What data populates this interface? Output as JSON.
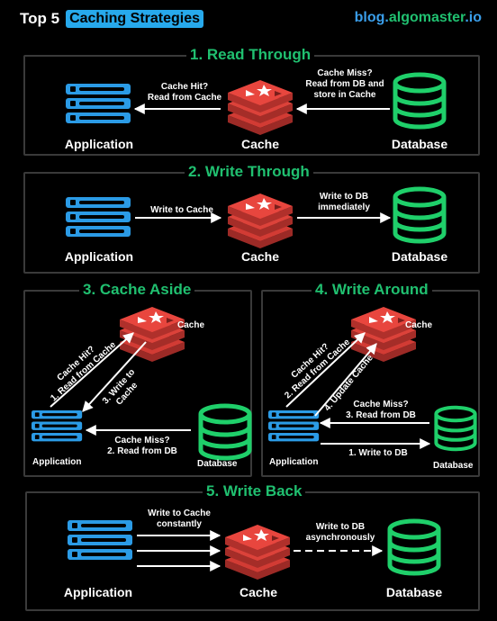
{
  "header": {
    "title_prefix": "Top 5",
    "title_highlight": "Caching Strategies",
    "brand_blue": "blog.",
    "brand_green": "algomaster",
    "brand_tail": ".io"
  },
  "colors": {
    "server_blue": "#2b9be6",
    "database_green": "#1fcf6a",
    "cache_red": "#d23b34",
    "title_green": "#20c070",
    "highlight_bg": "#27a9ec"
  },
  "icons": {
    "application": "server-stack-icon",
    "cache": "redis-cache-icon",
    "database": "database-cylinder-icon"
  },
  "panels": {
    "read_through": {
      "title": "1. Read Through",
      "application": "Application",
      "cache": "Cache",
      "database": "Database",
      "arrow_left_1": "Cache Hit?",
      "arrow_left_2": "Read from Cache",
      "arrow_right_1": "Cache Miss?",
      "arrow_right_2": "Read from DB and",
      "arrow_right_3": "store in Cache"
    },
    "write_through": {
      "title": "2. Write Through",
      "application": "Application",
      "cache": "Cache",
      "database": "Database",
      "arrow_left": "Write to Cache",
      "arrow_right_1": "Write to DB",
      "arrow_right_2": "immediately"
    },
    "cache_aside": {
      "title": "3. Cache Aside",
      "cache": "Cache",
      "application": "Application",
      "database": "Database",
      "diag_1a": "Cache Hit?",
      "diag_1b": "1. Read from Cache",
      "diag_3a": "3. Write to",
      "diag_3b": "Cache",
      "miss_1": "Cache Miss?",
      "miss_2": "2. Read from DB"
    },
    "write_around": {
      "title": "4. Write Around",
      "cache": "Cache",
      "application": "Application",
      "database": "Database",
      "diag_1a": "Cache Hit?",
      "diag_1b": "2. Read from Cache",
      "diag_4": "4. Update Cache",
      "miss_1": "Cache Miss?",
      "miss_2": "3. Read from DB",
      "write_db": "1. Write to DB"
    },
    "write_back": {
      "title": "5. Write Back",
      "application": "Application",
      "cache": "Cache",
      "database": "Database",
      "arrow_left_1": "Write to Cache",
      "arrow_left_2": "constantly",
      "arrow_right_1": "Write to DB",
      "arrow_right_2": "asynchronously"
    }
  }
}
